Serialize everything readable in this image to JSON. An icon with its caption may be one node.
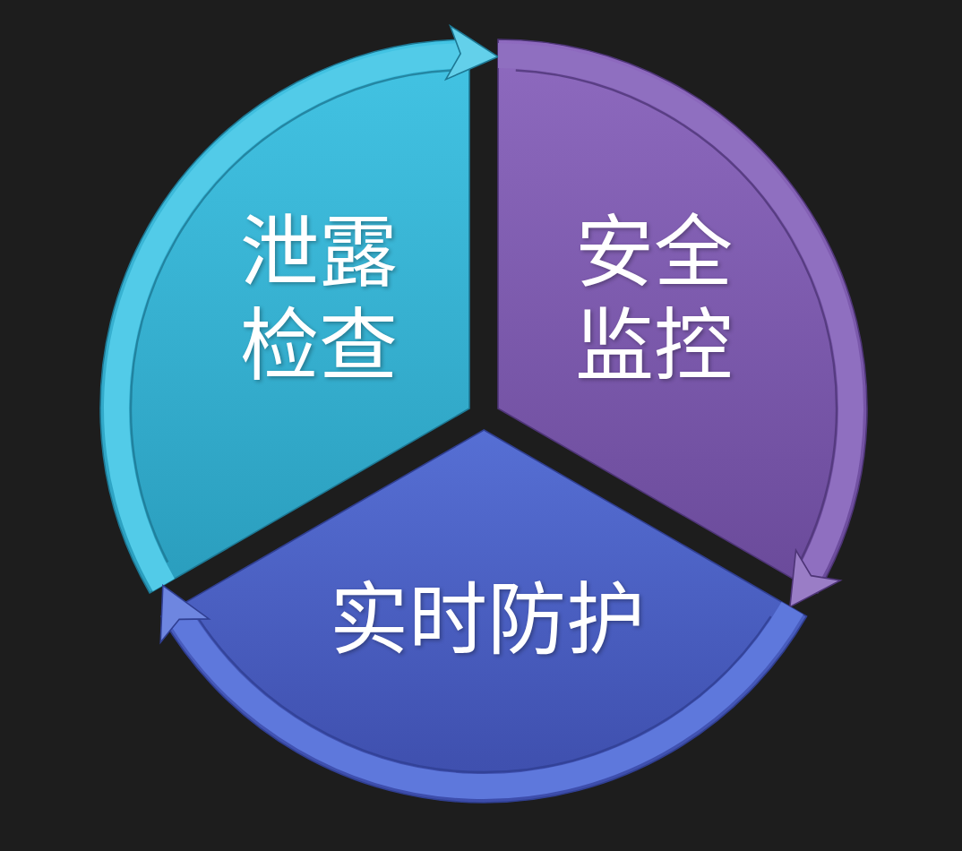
{
  "diagram": {
    "nodes": [
      {
        "text": [
          "泄露检查"
        ]
      },
      {
        "text": [
          "安全监控"
        ]
      },
      {
        "text": [
          "实时防护"
        ]
      }
    ],
    "edges": [
      {
        "from": 0,
        "to": 1,
        "arrow": "to",
        "color": "#52cbe8"
      },
      {
        "from": 1,
        "to": 2,
        "arrow": "to",
        "color": "#8f6fc0"
      },
      {
        "from": 2,
        "to": 0,
        "arrow": "to",
        "color": "#5e78dc"
      }
    ]
  }
}
